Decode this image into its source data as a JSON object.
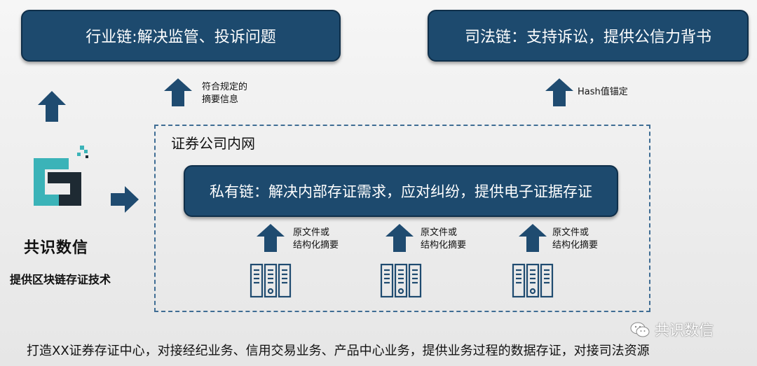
{
  "top_boxes": {
    "industry_chain": "行业链:解决监管、投诉问题",
    "judicial_chain": "司法链：支持诉讼，提供公信力背书"
  },
  "labels": {
    "summary_label_line1": "符合规定的",
    "summary_label_line2": "摘要信息",
    "hash_label": "Hash值锚定"
  },
  "intranet": {
    "title": "证券公司内网",
    "private_chain": "私有链：解决内部存证需求，应对纠纷，提供电子证据存证",
    "upload_labels": [
      {
        "line1": "原文件或",
        "line2": "结构化摘要"
      },
      {
        "line1": "原文件或",
        "line2": "结构化摘要"
      },
      {
        "line1": "原文件或",
        "line2": "结构化摘要"
      }
    ]
  },
  "brand": {
    "name": "共识数信",
    "tagline": "提供区块链存证技术"
  },
  "watermark": "共识数信",
  "footer": "打造XX证券存证中心，对接经纪业务、信用交易业务、产品中心业务，提供业务过程的数据存证，对接司法资源",
  "colors": {
    "box_fill": "#1d4a6e",
    "arrow_fill": "#1f4b70",
    "logo_teal": "#3bb3b8",
    "logo_dark": "#1e2a33"
  },
  "icons": [
    "arrow-up-icon",
    "arrow-right-icon",
    "server-icon",
    "logo-icon",
    "wechat-icon"
  ]
}
